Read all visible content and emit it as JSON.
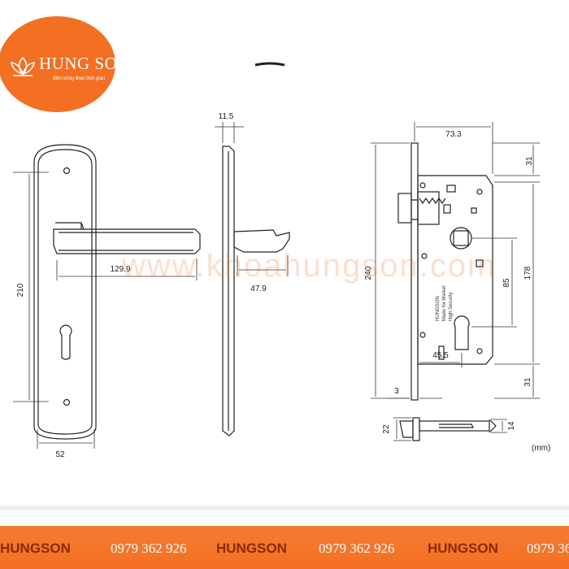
{
  "brand": {
    "name": "HUNG SON",
    "tagline": "Bền vững theo thời gian",
    "logo_icon": "lotus-icon",
    "accent_color": "#f36f21"
  },
  "watermark": "www.khoahungson.com",
  "unit_label": "(mm)",
  "dimensions": {
    "handle_length": "129.9",
    "plate_height": "210",
    "plate_width": "52",
    "plate_thickness": "11.5",
    "handle_projection": "47.9",
    "lock_width": "73.3",
    "lock_height": "240",
    "top_offset": "31",
    "spindle_to_cylinder": "85",
    "body_height": "178",
    "bottom_offset": "31",
    "backset": "45.5",
    "faceplate": "3",
    "latch_height": "22",
    "latch_thickness": "14"
  },
  "footer": {
    "brand": "HUNGSON",
    "phone": "0979 362 926",
    "background": "#f36f21"
  }
}
